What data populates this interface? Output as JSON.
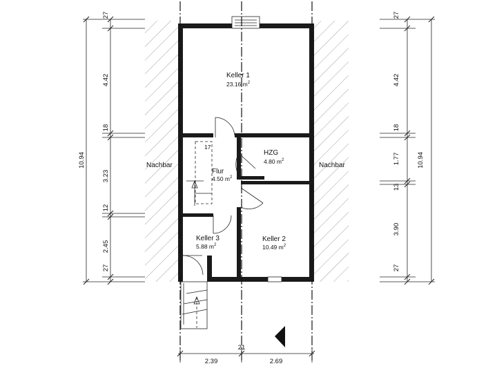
{
  "rooms": {
    "keller1": {
      "name": "Keller  1",
      "area": "23.16  m",
      "unit_exp": "2"
    },
    "hzg": {
      "name": "HZG",
      "area": "4.80  m",
      "unit_exp": "2"
    },
    "flur": {
      "name": "Flur",
      "area": "4.50  m",
      "unit_exp": "2"
    },
    "keller3": {
      "name": "Keller  3",
      "area": "5.88  m",
      "unit_exp": "2"
    },
    "keller2": {
      "name": "Keller  2",
      "area": "10.49  m",
      "unit_exp": "2"
    }
  },
  "neighbors": {
    "left": "Nachbar",
    "right": "Nachbar"
  },
  "dimensions": {
    "left": {
      "total": "10.94",
      "segments": [
        "27",
        "4.42",
        "18",
        "3.23",
        "12",
        "2.45",
        "27"
      ]
    },
    "right": {
      "total": "10.94",
      "segments": [
        "27",
        "4.42",
        "18",
        "1.77",
        "13",
        "3.90",
        "27"
      ]
    },
    "bottom": {
      "total": "21",
      "segments": [
        "2.39",
        "2.69"
      ]
    }
  },
  "stair": {
    "steps_label": "17"
  }
}
